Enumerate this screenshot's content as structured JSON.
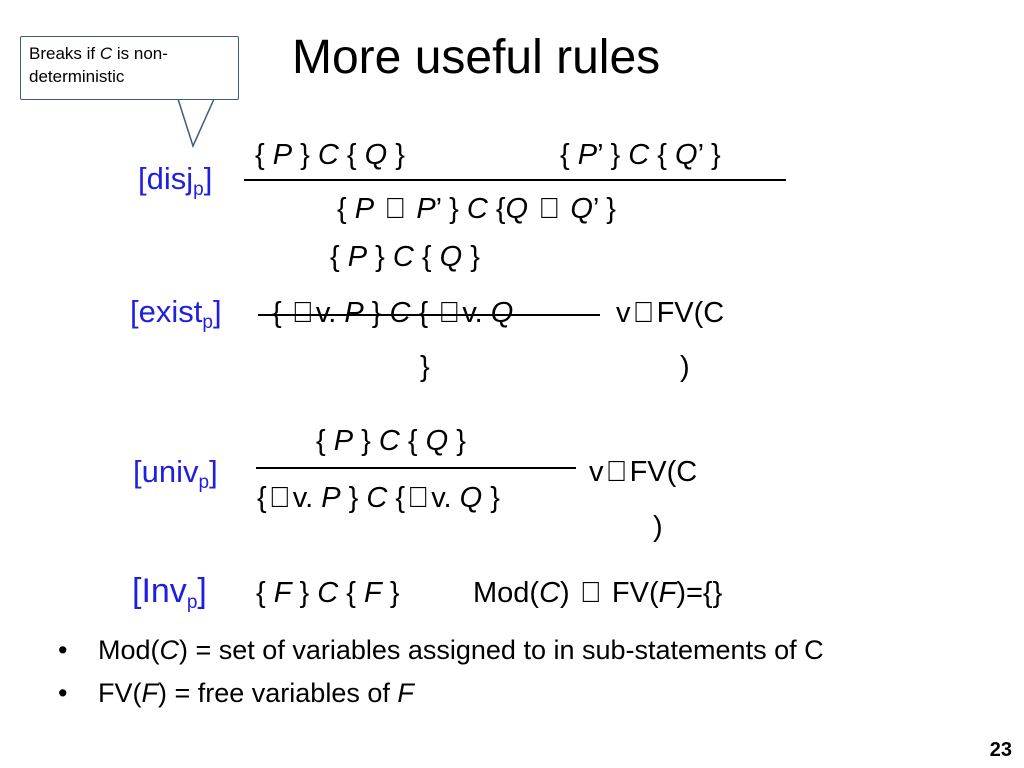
{
  "slide": {
    "title": "More useful rules",
    "callout": "Breaks if C is non-deterministic",
    "page_number": "23"
  },
  "rules": {
    "disj": {
      "label": "[disj",
      "sub": "p",
      "close": "]",
      "premise1": "{ P } C { Q }",
      "premise2": "{ P’ } C { Q’ }",
      "conclusion": "{ P  P’ } C {Q  Q’ }"
    },
    "exist": {
      "label": "[exist",
      "sub": "p",
      "close": "]",
      "premise": "{ P } C { Q }",
      "conclusion": "{ v. P } C { v. Q }",
      "side": "vFV(C)"
    },
    "univ": {
      "label": "[univ",
      "sub": "p",
      "close": "]",
      "premise": "{ P } C { Q }",
      "conclusion": "{v. P } C {v. Q }",
      "side": "vFV(C)"
    },
    "inv": {
      "label": "[Inv",
      "sub": "p",
      "close": "]",
      "triple": "{ F } C { F }",
      "side": "Mod(C)  FV(F)={}"
    }
  },
  "bullets": [
    "Mod(C) = set of variables assigned to in sub-statements of C",
    "FV(F) = free variables of F"
  ]
}
